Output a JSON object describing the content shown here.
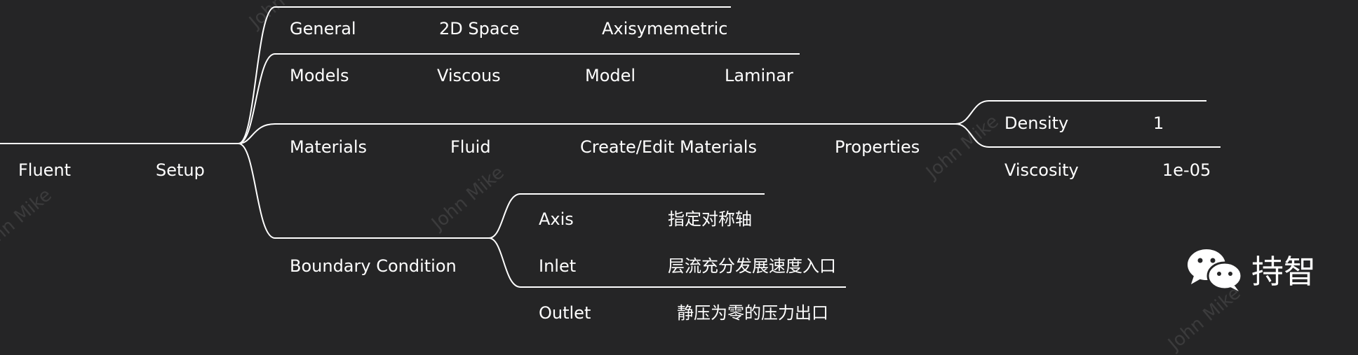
{
  "colors": {
    "background": "#252526",
    "line": "#ffffff",
    "text": "#ffffff",
    "watermark": "rgba(255,255,255,0.10)"
  },
  "nodes": {
    "fluent": "Fluent",
    "setup": "Setup",
    "general": "General",
    "space_2d": "2D Space",
    "axisymmetric": "Axisymemetric",
    "models": "Models",
    "viscous": "Viscous",
    "model": "Model",
    "laminar": "Laminar",
    "materials": "Materials",
    "fluid": "Fluid",
    "create_edit_materials": "Create/Edit Materials",
    "properties": "Properties",
    "density": "Density",
    "density_value": "1",
    "viscosity": "Viscosity",
    "viscosity_value": "1e-05",
    "boundary_condition": "Boundary Condition",
    "axis": "Axis",
    "axis_desc": "指定对称轴",
    "inlet": "Inlet",
    "inlet_desc": "层流充分发展速度入口",
    "outlet": "Outlet",
    "outlet_desc": "静压为零的压力出口"
  },
  "watermark": "John Mike",
  "brand": {
    "icon": "wechat-icon",
    "text": "持智"
  }
}
